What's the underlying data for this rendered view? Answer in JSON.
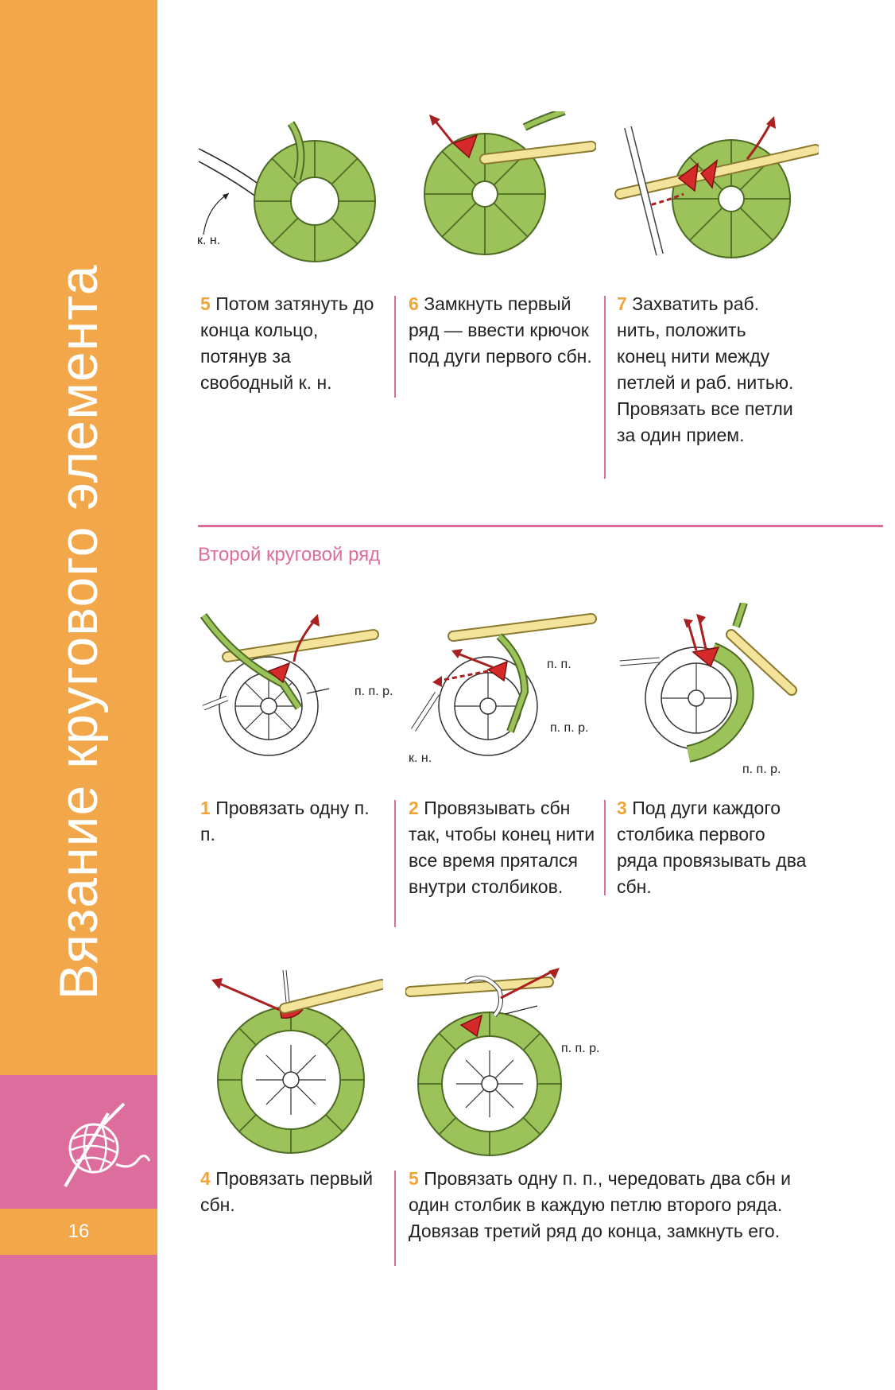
{
  "page_title": "Вязание кругового элемента",
  "page_number": "16",
  "section_title": "Второй круговой ряд",
  "labels": {
    "kn": "к. н.",
    "pp": "п. п.",
    "ppr": "п. п. р."
  },
  "steps_top": [
    {
      "num": "5",
      "text": "Потом затянуть до конца кольцо, потянув за свободный к. н."
    },
    {
      "num": "6",
      "text": "Замкнуть первый ряд — ввести крючок под дуги первого сбн."
    },
    {
      "num": "7",
      "text": "Захватить раб. нить, положить конец нити между петлей и раб. нитью. Провязать все петли за один прием."
    }
  ],
  "steps_bottom": [
    {
      "num": "1",
      "text": "Провязать одну п. п."
    },
    {
      "num": "2",
      "text": "Провязывать сбн так, чтобы конец нити все время прятался внутри столбиков."
    },
    {
      "num": "3",
      "text": "Под дуги каждого столбика первого ряда провязывать два сбн."
    },
    {
      "num": "4",
      "text": "Провязать первый сбн."
    },
    {
      "num": "5",
      "text": "Провязать одну п. п., чередовать два сбн и один столбик в каждую петлю второго ряда. Довязав третий ряд до конца, замкнуть его."
    }
  ],
  "colors": {
    "orange": "#f2a74a",
    "pink": "#dd6d9c",
    "green": "#9cc25a",
    "red": "#d62a2a",
    "hook": "#f4e39a"
  }
}
